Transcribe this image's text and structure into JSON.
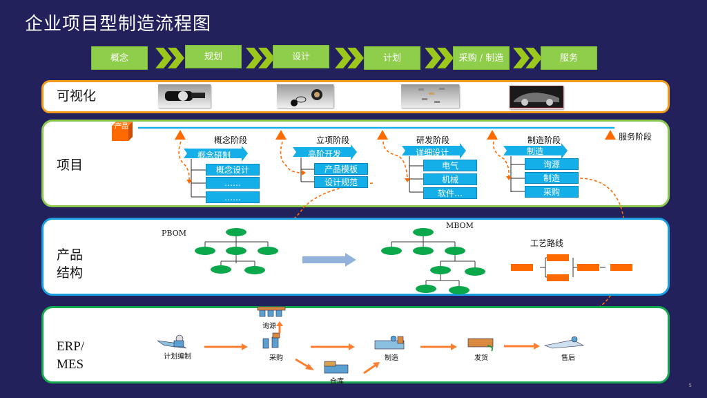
{
  "title": "企业项目型制造流程图",
  "process_steps": [
    {
      "label": "概念"
    },
    {
      "label": "规划"
    },
    {
      "label": "设计"
    },
    {
      "label": "计划"
    },
    {
      "label": "采购 / 制造"
    },
    {
      "label": "服务"
    }
  ],
  "rows": {
    "visualization": {
      "label": "可视化",
      "images": [
        "pump-assembly-image",
        "exploded-pump-image",
        "parts-exploded-image",
        "wireframe-car-image"
      ]
    },
    "project": {
      "label": "项目",
      "product_badge": "产品",
      "service_stage": "服务阶段",
      "stages": [
        {
          "name": "概念阶段",
          "arrow": "概念研制",
          "items": [
            "概念设计",
            "……",
            "……"
          ]
        },
        {
          "name": "立项阶段",
          "arrow": "高阶开发",
          "items": [
            "产品模板",
            "设计规范"
          ]
        },
        {
          "name": "研发阶段",
          "arrow": "详细设计",
          "items": [
            "电气",
            "机械",
            "软件…"
          ]
        },
        {
          "name": "制造阶段",
          "arrow": "制造",
          "items": [
            "询源",
            "制造",
            "采购"
          ]
        }
      ]
    },
    "product_structure": {
      "label_line1": "产品",
      "label_line2": "结构",
      "pbom": "PBOM",
      "mbom": "MBOM",
      "routing": "工艺路线"
    },
    "erp": {
      "label_line1": "ERP/",
      "label_line2": "MES",
      "nodes": [
        "计划编制",
        "采购",
        "询源",
        "仓库",
        "制造",
        "发货",
        "售后"
      ]
    }
  },
  "colors": {
    "background": "#23215c",
    "step_green": "#8fce4a",
    "chevron_green": "#9cc81e",
    "accent_orange": "#ff6a00",
    "accent_blue": "#14aee8",
    "node_green": "#0aa84a"
  },
  "page_number": "5"
}
